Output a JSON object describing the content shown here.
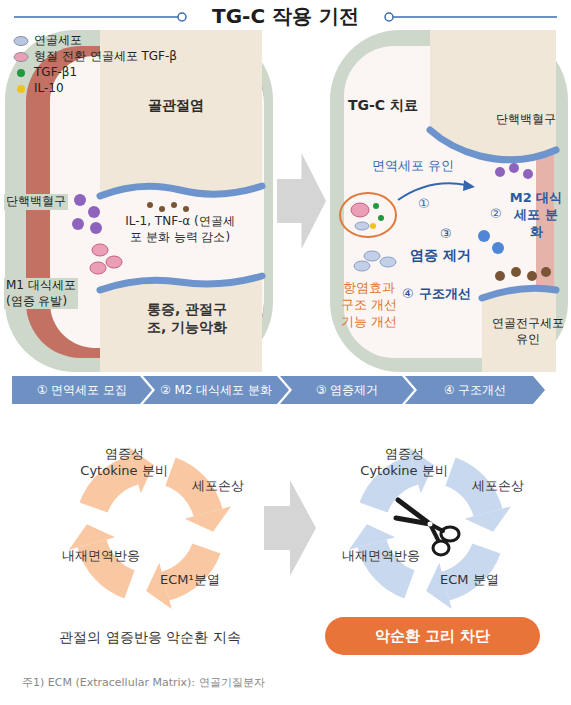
{
  "diagram": {
    "title": "TG-C 작용 기전",
    "nodes": [
      {
        "text": [
          "골관절염"
        ]
      },
      {
        "text": [
          "TG-C 치료"
        ]
      },
      {
        "text": [
          "① 면역세포 모집"
        ]
      },
      {
        "text": [
          "② M2 대식세포 분화"
        ]
      },
      {
        "text": [
          "③ 염증제거"
        ]
      },
      {
        "text": [
          "④ 구조개선"
        ]
      },
      {
        "text": [
          "염증성 Cytokine 분비",
          "세포손상",
          "ECM¹분열",
          "내재면역반응"
        ]
      },
      {
        "text": [
          "염증성 Cytokine 분비",
          "세포손상",
          "ECM 분열",
          "내재면역반응"
        ]
      },
      {
        "text": [
          "악순환 고리 차단"
        ]
      }
    ],
    "edges": [
      {
        "from": 0,
        "to": 1,
        "arrow": "to"
      },
      {
        "from": 6,
        "to": 7,
        "arrow": "to"
      }
    ],
    "labels": [
      "단핵백혈구",
      "M1 대식세포 (염증 유발)",
      "IL-1, TNF-α (연골세포 분화 능력 감소)",
      "통증, 관절구조, 기능악화",
      "단핵백혈구",
      "면역세포 유인",
      "①",
      "②",
      "M2 대식세포 분화",
      "③",
      "염증 제거",
      "④",
      "구조개선",
      "연골전구세포 유인",
      "항염효과 구조 개선 기능 개선",
      "관절의 염증반응 악순환 지속",
      "주1) ECM (Extracellular Matrix): 연골기질분자"
    ],
    "legend": [
      {
        "text": "연골세포",
        "color": "#b9c6e0"
      },
      {
        "text": "형질 전환 연골세포 TGF-β",
        "color": "#ec9fb4"
      },
      {
        "text": "TGF-β1",
        "color": "#1f9a3d"
      },
      {
        "text": "IL-10",
        "color": "#f2c21c"
      }
    ]
  }
}
